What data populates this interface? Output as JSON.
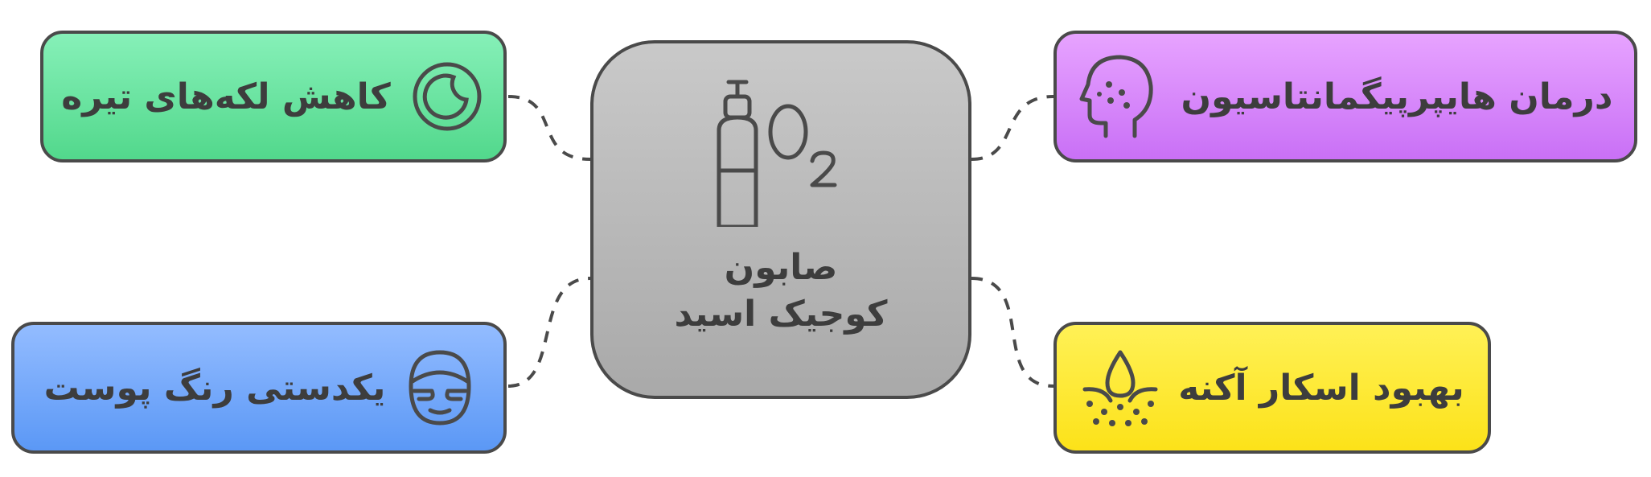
{
  "center": {
    "line1": "صابون",
    "line2": "کوجیک اسید",
    "icon": "o2-bottle-icon"
  },
  "nodes": {
    "top_left": {
      "label": "کاهش لکه‌های تیره",
      "icon": "moon-icon"
    },
    "top_right": {
      "label": "درمان هایپرپیگمانتاسیون",
      "icon": "face-spots-icon"
    },
    "bottom_left": {
      "label": "یکدستی رنگ پوست",
      "icon": "face-mask-icon"
    },
    "bottom_right": {
      "label": "بهبود اسکار آکنه",
      "icon": "drop-splash-icon"
    }
  },
  "colors": {
    "top_left": "#52d88c",
    "top_right": "#c970f6",
    "bottom_left": "#5b98f6",
    "bottom_right": "#fce219",
    "center": "#b9b9b9",
    "stroke": "#4a4a4a"
  }
}
